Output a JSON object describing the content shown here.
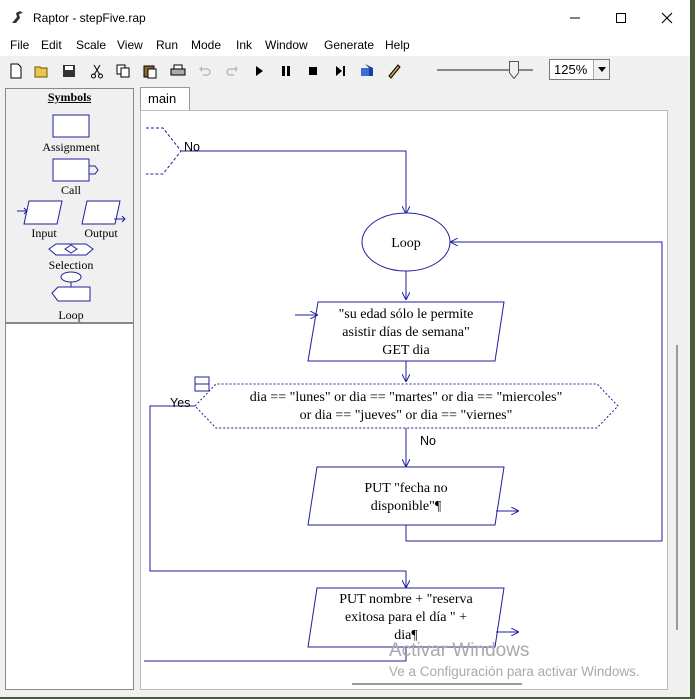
{
  "window": {
    "title": "Raptor - stepFive.rap"
  },
  "menu": [
    "File",
    "Edit",
    "Scale",
    "View",
    "Run",
    "Mode",
    "Ink",
    "Window",
    "Generate",
    "Help"
  ],
  "toolbar": {
    "icons": [
      "new-icon",
      "open-icon",
      "save-icon",
      "cut-icon",
      "copy-icon",
      "paste-icon",
      "print-icon",
      "undo-icon",
      "redo-icon",
      "run-icon",
      "pause-icon",
      "stop-icon",
      "step-icon",
      "test-server-icon",
      "pen-icon"
    ],
    "speed_level": 0.8,
    "zoom": "125%"
  },
  "symbols": {
    "header": "Symbols",
    "assignment": "Assignment",
    "call": "Call",
    "input": "Input",
    "output": "Output",
    "selection": "Selection",
    "loop": "Loop"
  },
  "tabs": [
    {
      "label": "main"
    }
  ],
  "flowchart": {
    "loop_exit_label": "No",
    "loop_label": "Loop",
    "input_line1": "\"su edad sólo le permite",
    "input_line2": "asistir días de semana\"",
    "input_line3": "GET dia",
    "selection_line1": "dia == \"lunes\" or dia == \"martes\" or dia == \"miercoles\"",
    "selection_line2": "or dia == \"jueves\" or dia == \"viernes\"",
    "yes_label": "Yes",
    "no_label": "No",
    "output1_line1": "PUT \"fecha no",
    "output1_line2": "disponible\"¶",
    "output2_line1": "PUT nombre + \"reserva",
    "output2_line2": "exitosa para el día \" +",
    "output2_line3": "dia¶"
  },
  "watermark": {
    "line1": "Activar Windows",
    "line2": "Ve a Configuración para activar Windows."
  },
  "colors": {
    "flow": "#1f1f9c",
    "canvas": "#ffffff",
    "chrome": "#f0f0f0"
  }
}
